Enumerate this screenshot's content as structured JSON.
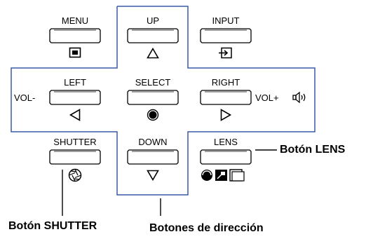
{
  "buttons": {
    "menu": {
      "label": "MENU",
      "symbol": "menu-square-icon"
    },
    "up": {
      "label": "UP",
      "symbol": "triangle-up-icon"
    },
    "input": {
      "label": "INPUT",
      "symbol": "input-arrow-icon"
    },
    "left": {
      "label": "LEFT",
      "symbol": "triangle-left-icon"
    },
    "select": {
      "label": "SELECT",
      "symbol": "filled-circle-icon"
    },
    "right": {
      "label": "RIGHT",
      "symbol": "triangle-right-icon"
    },
    "shutter": {
      "label": "SHUTTER",
      "symbol": "shutter-aperture-icon"
    },
    "down": {
      "label": "DOWN",
      "symbol": "triangle-down-icon"
    },
    "lens": {
      "label": "LENS",
      "symbols": [
        "focus-icon",
        "zoom-icon",
        "lens-shift-icon"
      ]
    }
  },
  "volume": {
    "minus": "VOL-",
    "plus": "VOL+"
  },
  "callouts": {
    "lens": "Botón LENS",
    "shutter": "Botón SHUTTER",
    "direction": "Botones de dirección"
  },
  "colors": {
    "direction_outline": "#3a5aa6",
    "ink": "#000000"
  }
}
